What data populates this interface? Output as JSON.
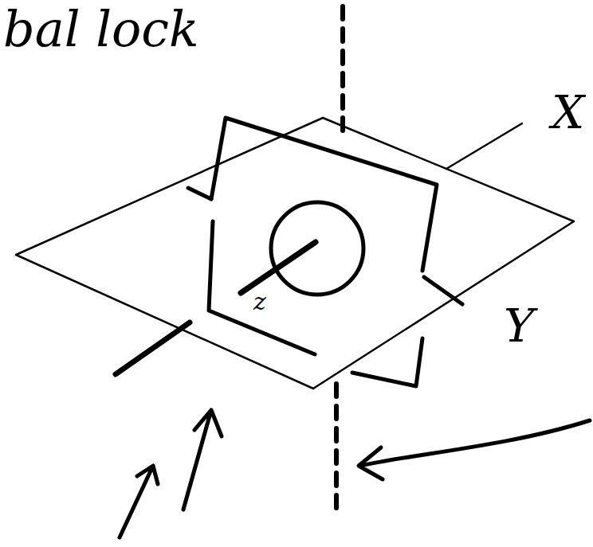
{
  "diagram": {
    "labels": [
      "bal lock",
      "X",
      "Y",
      "z"
    ]
  }
}
